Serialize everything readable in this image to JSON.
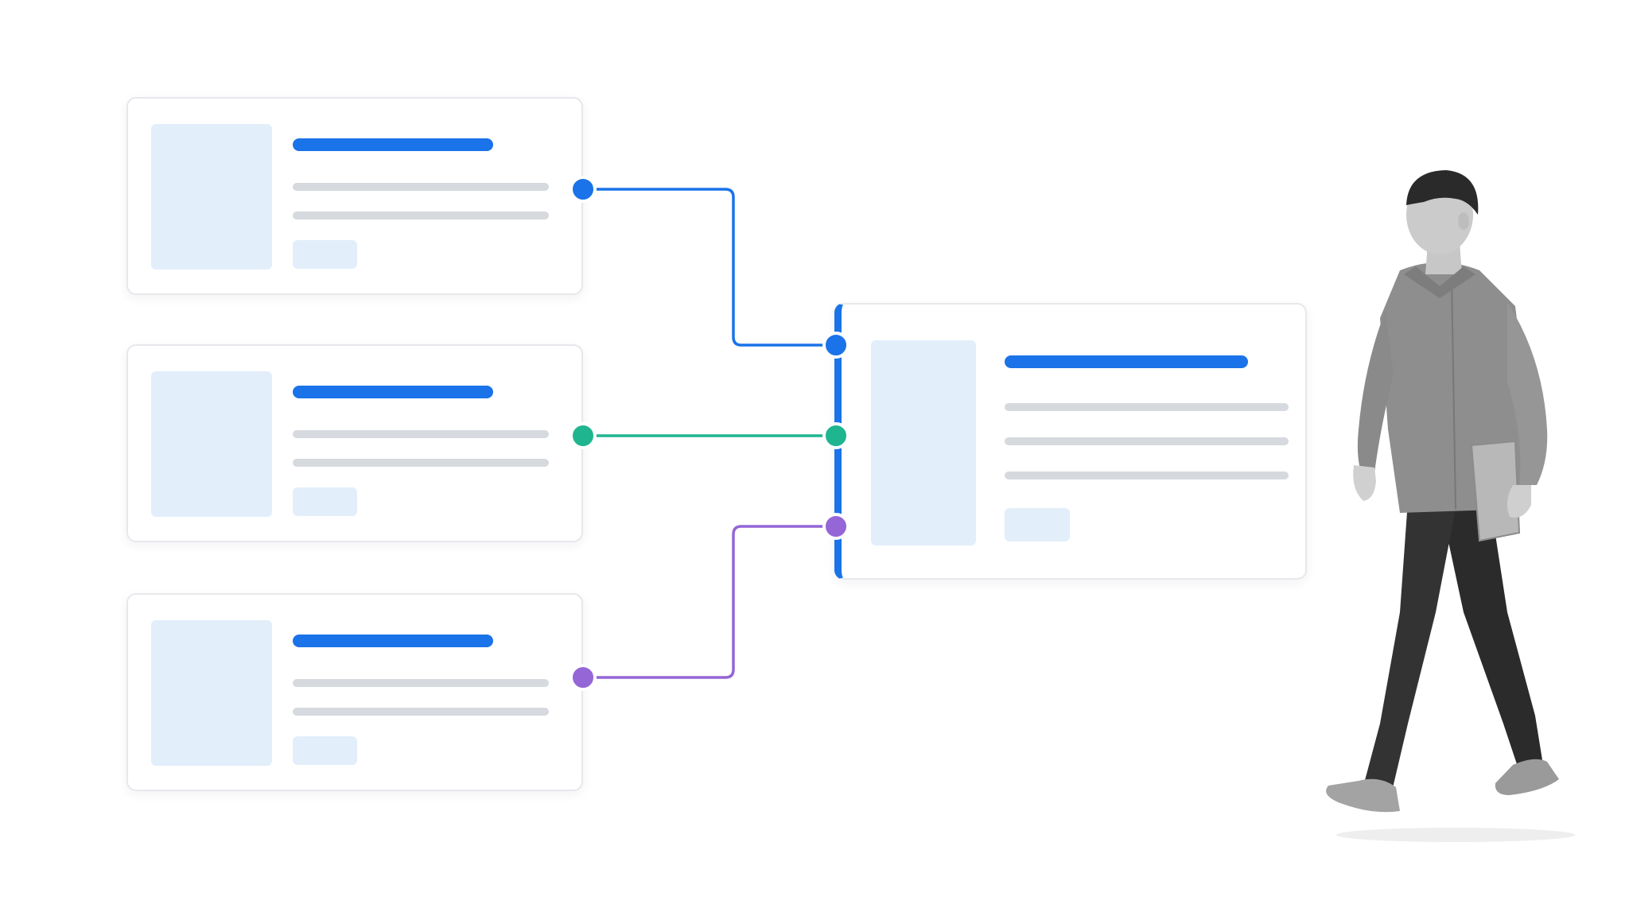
{
  "colors": {
    "background": "#ffffff",
    "card_border": "#e6e8ec",
    "placeholder_fill": "#e3eefb",
    "title_bar": "#1a73e8",
    "text_line": "#d6d9de",
    "link_blue": "#1a73e8",
    "link_teal": "#1fb58f",
    "link_purple": "#9466d6",
    "target_accent": "#1a73e8"
  },
  "connections": [
    {
      "from": "card-source-1",
      "to": "card-target",
      "color_key": "link_blue"
    },
    {
      "from": "card-source-2",
      "to": "card-target",
      "color_key": "link_teal"
    },
    {
      "from": "card-source-3",
      "to": "card-target",
      "color_key": "link_purple"
    }
  ],
  "illustration": {
    "subject": "person-walking-icon"
  }
}
